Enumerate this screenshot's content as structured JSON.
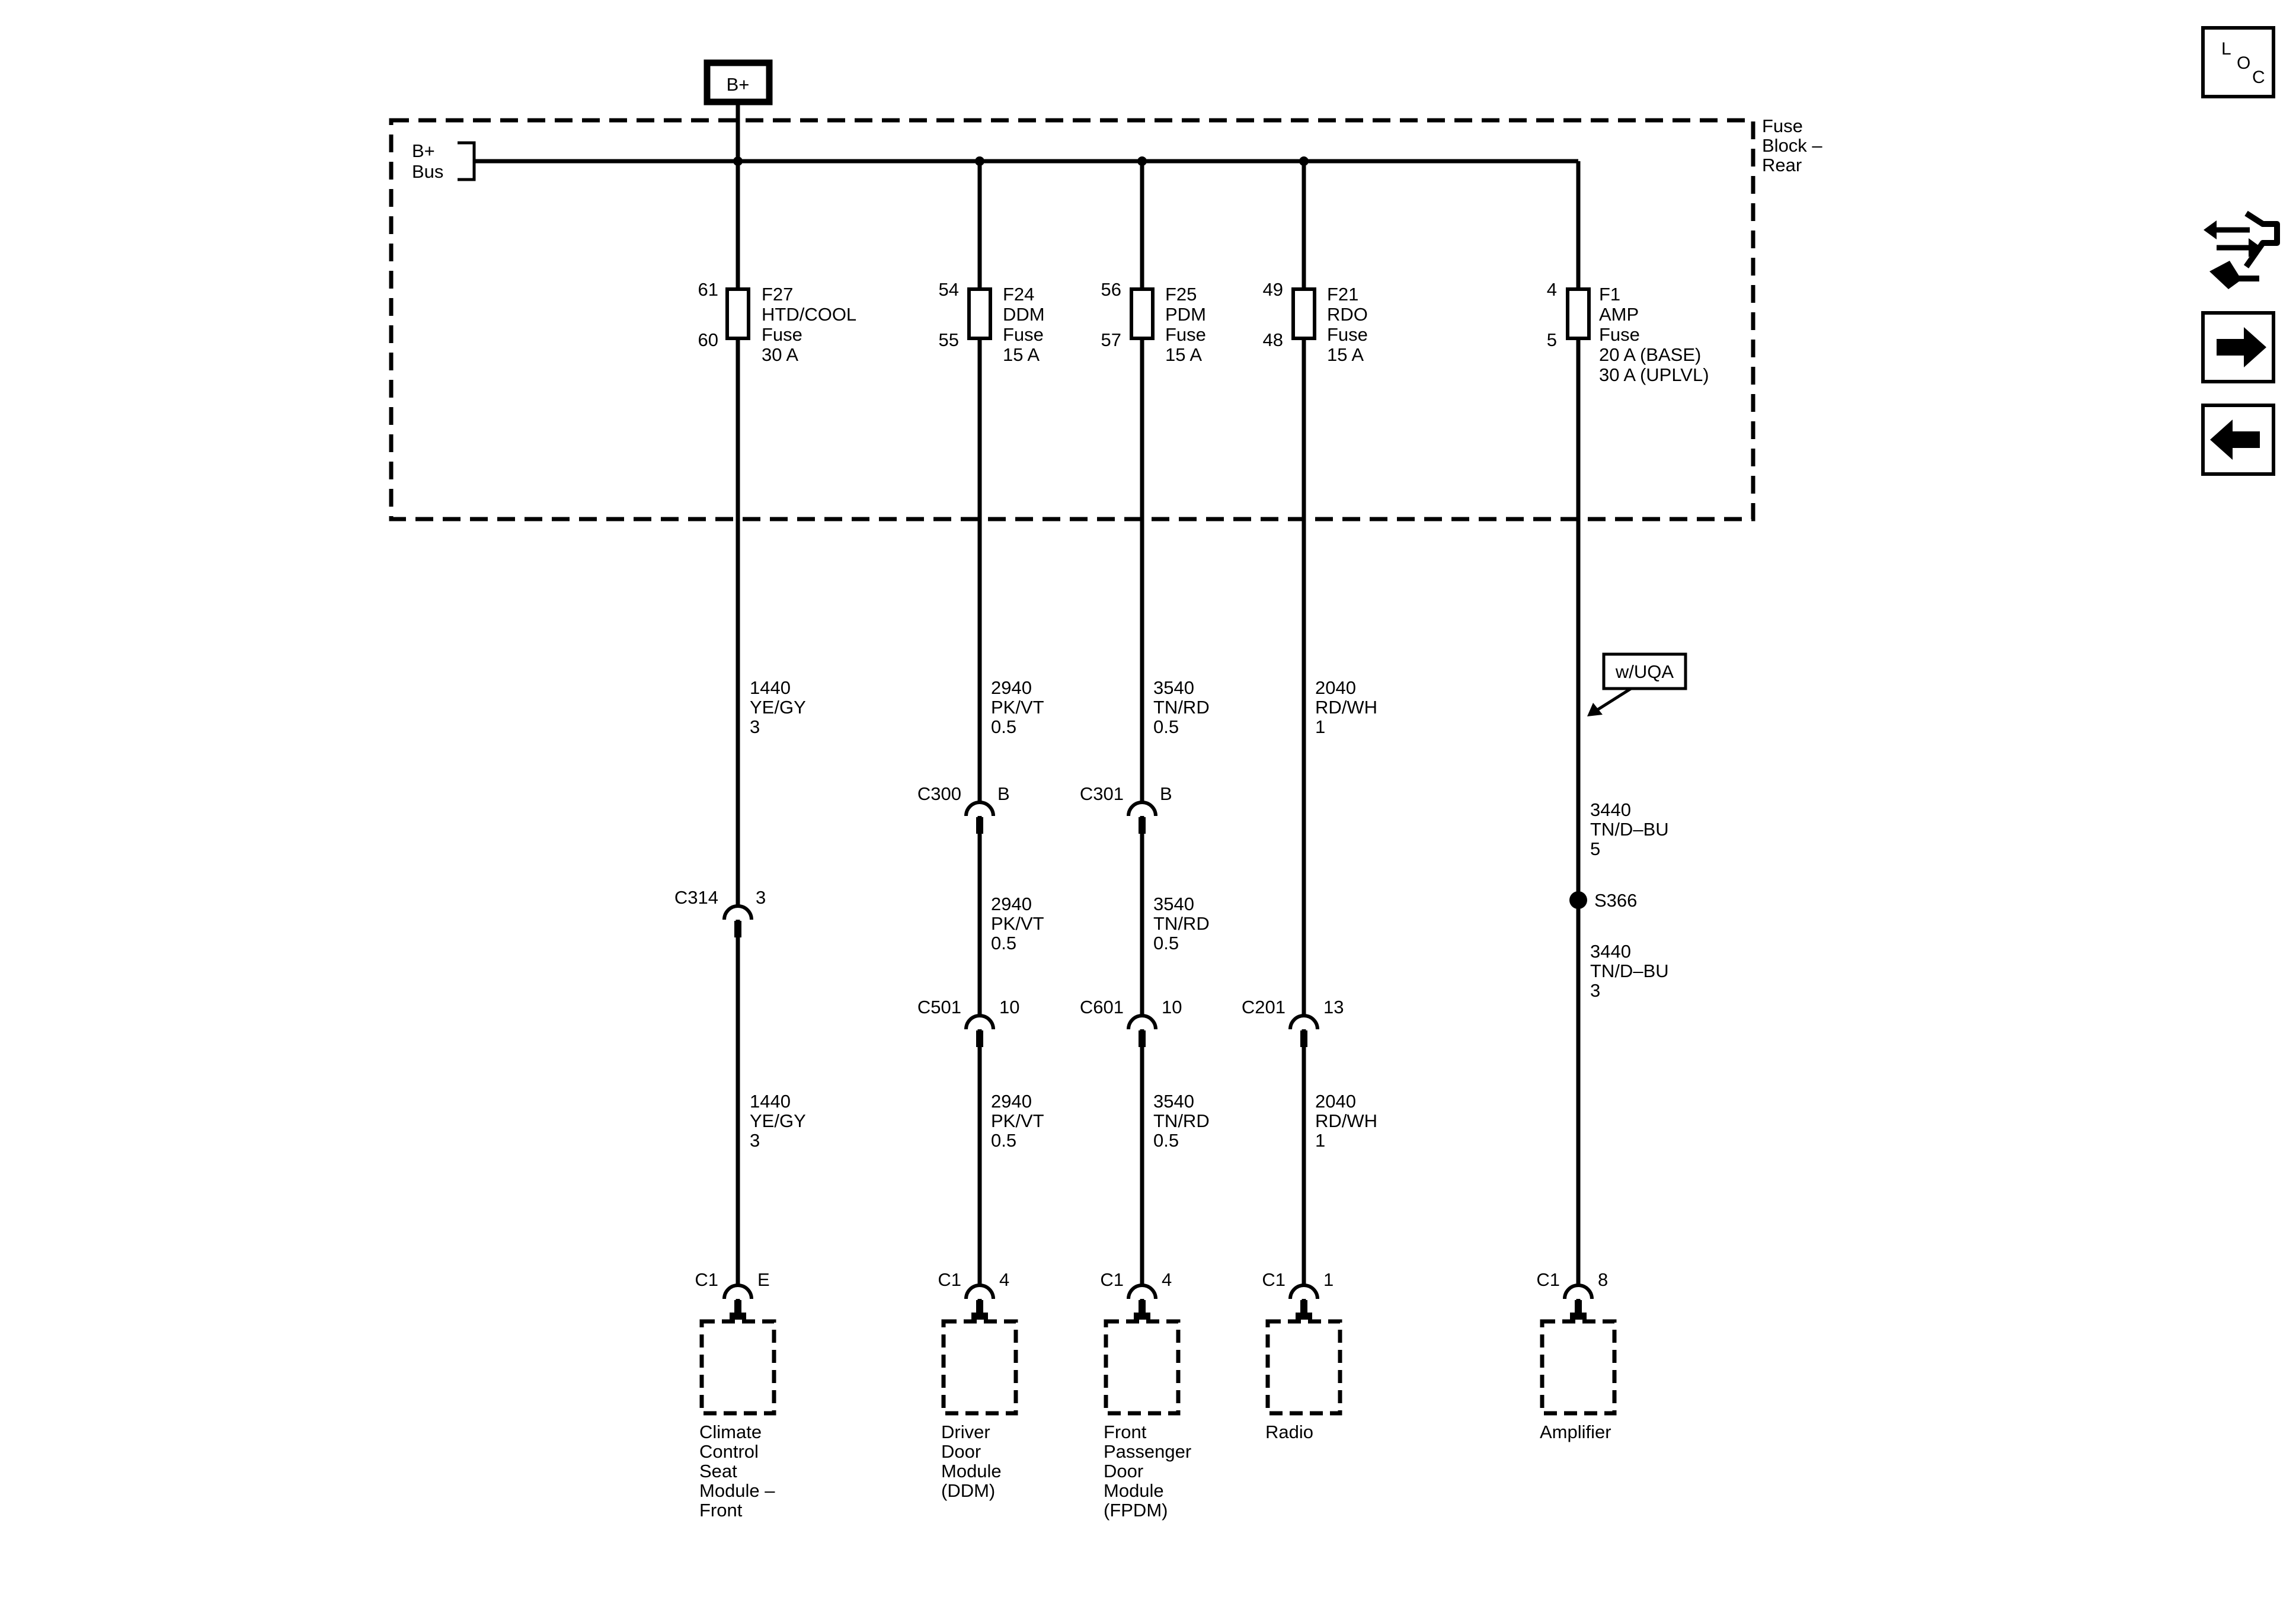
{
  "bplus_box": "B+",
  "bus": {
    "line1": "B+",
    "line2": "Bus"
  },
  "fuse_block": {
    "line1": "Fuse",
    "line2": "Block –",
    "line3": "Rear"
  },
  "nav": {
    "loc_l": "L",
    "loc_o": "O",
    "loc_c": "C"
  },
  "option_tag": "w/UQA",
  "fuses": [
    {
      "pin_top": "61",
      "pin_bottom": "60",
      "name": "F27",
      "desc": "HTD/COOL",
      "type": "Fuse",
      "rating": "30 A",
      "rating2": ""
    },
    {
      "pin_top": "54",
      "pin_bottom": "55",
      "name": "F24",
      "desc": "DDM",
      "type": "Fuse",
      "rating": "15 A",
      "rating2": ""
    },
    {
      "pin_top": "56",
      "pin_bottom": "57",
      "name": "F25",
      "desc": "PDM",
      "type": "Fuse",
      "rating": "15 A",
      "rating2": ""
    },
    {
      "pin_top": "49",
      "pin_bottom": "48",
      "name": "F21",
      "desc": "RDO",
      "type": "Fuse",
      "rating": "15 A",
      "rating2": ""
    },
    {
      "pin_top": "4",
      "pin_bottom": "5",
      "name": "F1",
      "desc": "AMP",
      "type": "Fuse",
      "rating": "20 A (BASE)",
      "rating2": "30 A (UPLVL)"
    }
  ],
  "wires": {
    "c1_top": {
      "circuit": "1440",
      "color": "YE/GY",
      "size": "3"
    },
    "c1_bot": {
      "circuit": "1440",
      "color": "YE/GY",
      "size": "3"
    },
    "c2_top": {
      "circuit": "2940",
      "color": "PK/VT",
      "size": "0.5"
    },
    "c2_mid": {
      "circuit": "2940",
      "color": "PK/VT",
      "size": "0.5"
    },
    "c2_bot": {
      "circuit": "2940",
      "color": "PK/VT",
      "size": "0.5"
    },
    "c3_top": {
      "circuit": "3540",
      "color": "TN/RD",
      "size": "0.5"
    },
    "c3_mid": {
      "circuit": "3540",
      "color": "TN/RD",
      "size": "0.5"
    },
    "c3_bot": {
      "circuit": "3540",
      "color": "TN/RD",
      "size": "0.5"
    },
    "c4_top": {
      "circuit": "2040",
      "color": "RD/WH",
      "size": "1"
    },
    "c4_bot": {
      "circuit": "2040",
      "color": "RD/WH",
      "size": "1"
    },
    "c5_top": {
      "circuit": "3440",
      "color": "TN/D–BU",
      "size": "5"
    },
    "c5_bot": {
      "circuit": "3440",
      "color": "TN/D–BU",
      "size": "3"
    }
  },
  "connectors": {
    "c314": {
      "name": "C314",
      "pin": "3"
    },
    "c300": {
      "name": "C300",
      "pin": "B"
    },
    "c301": {
      "name": "C301",
      "pin": "B"
    },
    "c501": {
      "name": "C501",
      "pin": "10"
    },
    "c601": {
      "name": "C601",
      "pin": "10"
    },
    "c201": {
      "name": "C201",
      "pin": "13"
    }
  },
  "splice": "S366",
  "modules": [
    {
      "conn": "C1",
      "pin": "E",
      "lines": [
        "Climate",
        "Control",
        "Seat",
        "Module –",
        "Front"
      ]
    },
    {
      "conn": "C1",
      "pin": "4",
      "lines": [
        "Driver",
        "Door",
        "Module",
        "(DDM)"
      ]
    },
    {
      "conn": "C1",
      "pin": "4",
      "lines": [
        "Front",
        "Passenger",
        "Door",
        "Module",
        "(FPDM)"
      ]
    },
    {
      "conn": "C1",
      "pin": "1",
      "lines": [
        "Radio"
      ]
    },
    {
      "conn": "C1",
      "pin": "8",
      "lines": [
        "Amplifier"
      ]
    }
  ]
}
